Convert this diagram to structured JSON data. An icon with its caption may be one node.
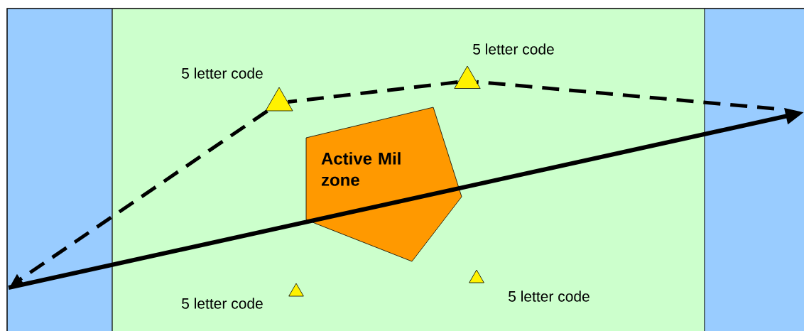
{
  "diagram": {
    "nodes": [
      {
        "text": [
          "**Active  Mil** **zone**"
        ]
      },
      {
        "text": [],
        "shape": "triangle",
        "beside": [
          "5 letter code"
        ]
      },
      {
        "text": [],
        "shape": "triangle",
        "beside": [
          "5 letter code"
        ]
      },
      {
        "text": [],
        "shape": "triangle",
        "beside": [
          "5 letter code"
        ]
      },
      {
        "text": [],
        "shape": "triangle",
        "beside": [
          "5 letter code"
        ]
      }
    ],
    "edges": [
      {
        "from": null,
        "to": 2,
        "arrow": "none",
        "style": "dashed"
      },
      {
        "from": 2,
        "to": 1,
        "arrow": "none",
        "style": "dashed"
      },
      {
        "from": 1,
        "to": null,
        "arrow": "to",
        "style": "dashed"
      }
    ]
  }
}
